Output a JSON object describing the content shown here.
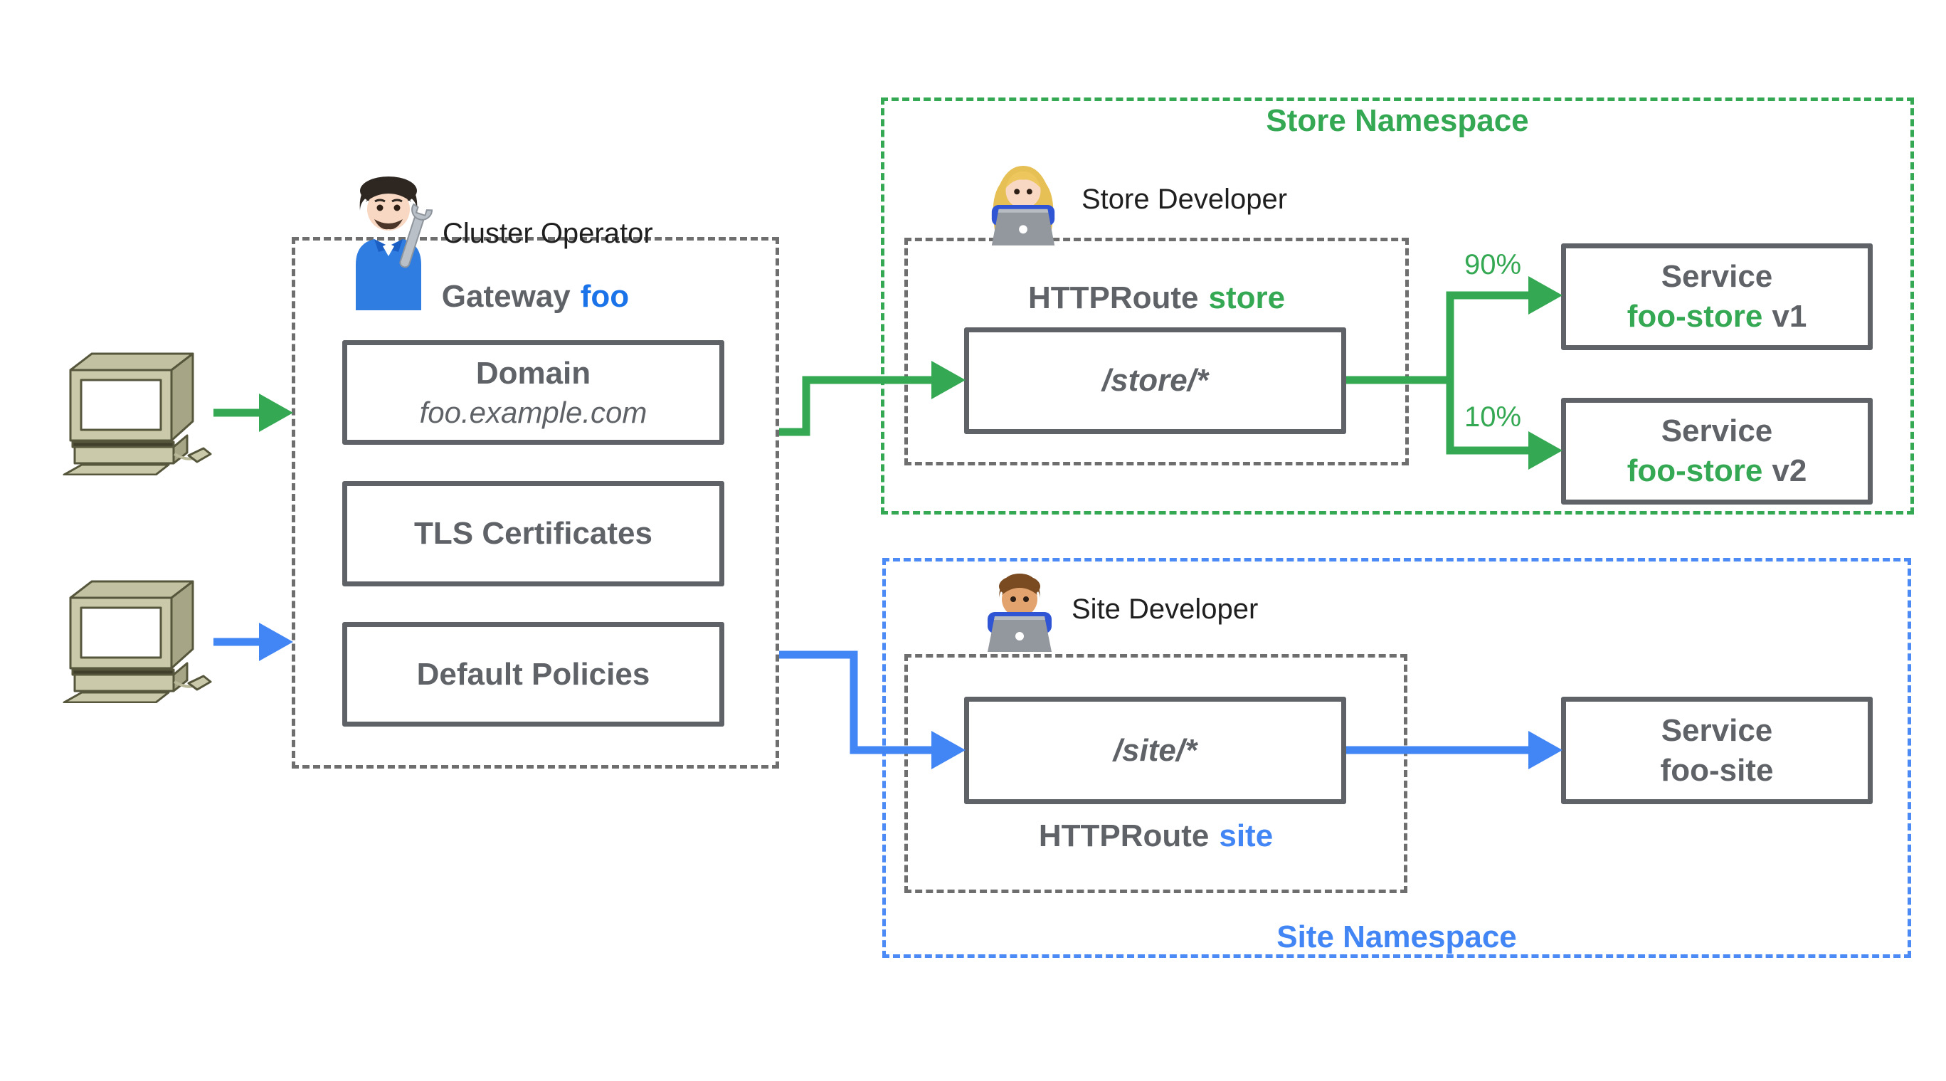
{
  "colors": {
    "green": "#34a853",
    "blue_arrow": "#4285f4",
    "blue_dash": "#4c8bf5",
    "name_blue": "#1a73e8",
    "gray_text": "#5f6368",
    "dash_gray": "#6e6e6e",
    "label_black": "#1f1f1f",
    "computer_body": "#cacaab",
    "computer_outline": "#56563c"
  },
  "actors": {
    "cluster_operator": {
      "label": "Cluster Operator",
      "icon": "man-mechanic-emoji"
    },
    "store_developer": {
      "label": "Store Developer",
      "icon": "woman-technologist-emoji"
    },
    "site_developer": {
      "label": "Site Developer",
      "icon": "man-technologist-emoji"
    }
  },
  "clients": {
    "icon": "desktop-computer"
  },
  "gateway": {
    "title_prefix": "Gateway",
    "title_name": "foo",
    "domain_box": {
      "title": "Domain",
      "value": "foo.example.com"
    },
    "tls_box": {
      "label": "TLS Certificates"
    },
    "policies_box": {
      "label": "Default Policies"
    }
  },
  "store_namespace": {
    "title": "Store Namespace",
    "httproute_prefix": "HTTPRoute",
    "httproute_name": "store",
    "route_path": "/store/*",
    "weights": {
      "v1": "90%",
      "v2": "10%"
    },
    "services": [
      {
        "type_label": "Service",
        "name": "foo-store",
        "version": "v1"
      },
      {
        "type_label": "Service",
        "name": "foo-store",
        "version": "v2"
      }
    ]
  },
  "site_namespace": {
    "title": "Site Namespace",
    "httproute_prefix": "HTTPRoute",
    "httproute_name": "site",
    "route_path": "/site/*",
    "service": {
      "type_label": "Service",
      "name": "foo-site"
    }
  }
}
